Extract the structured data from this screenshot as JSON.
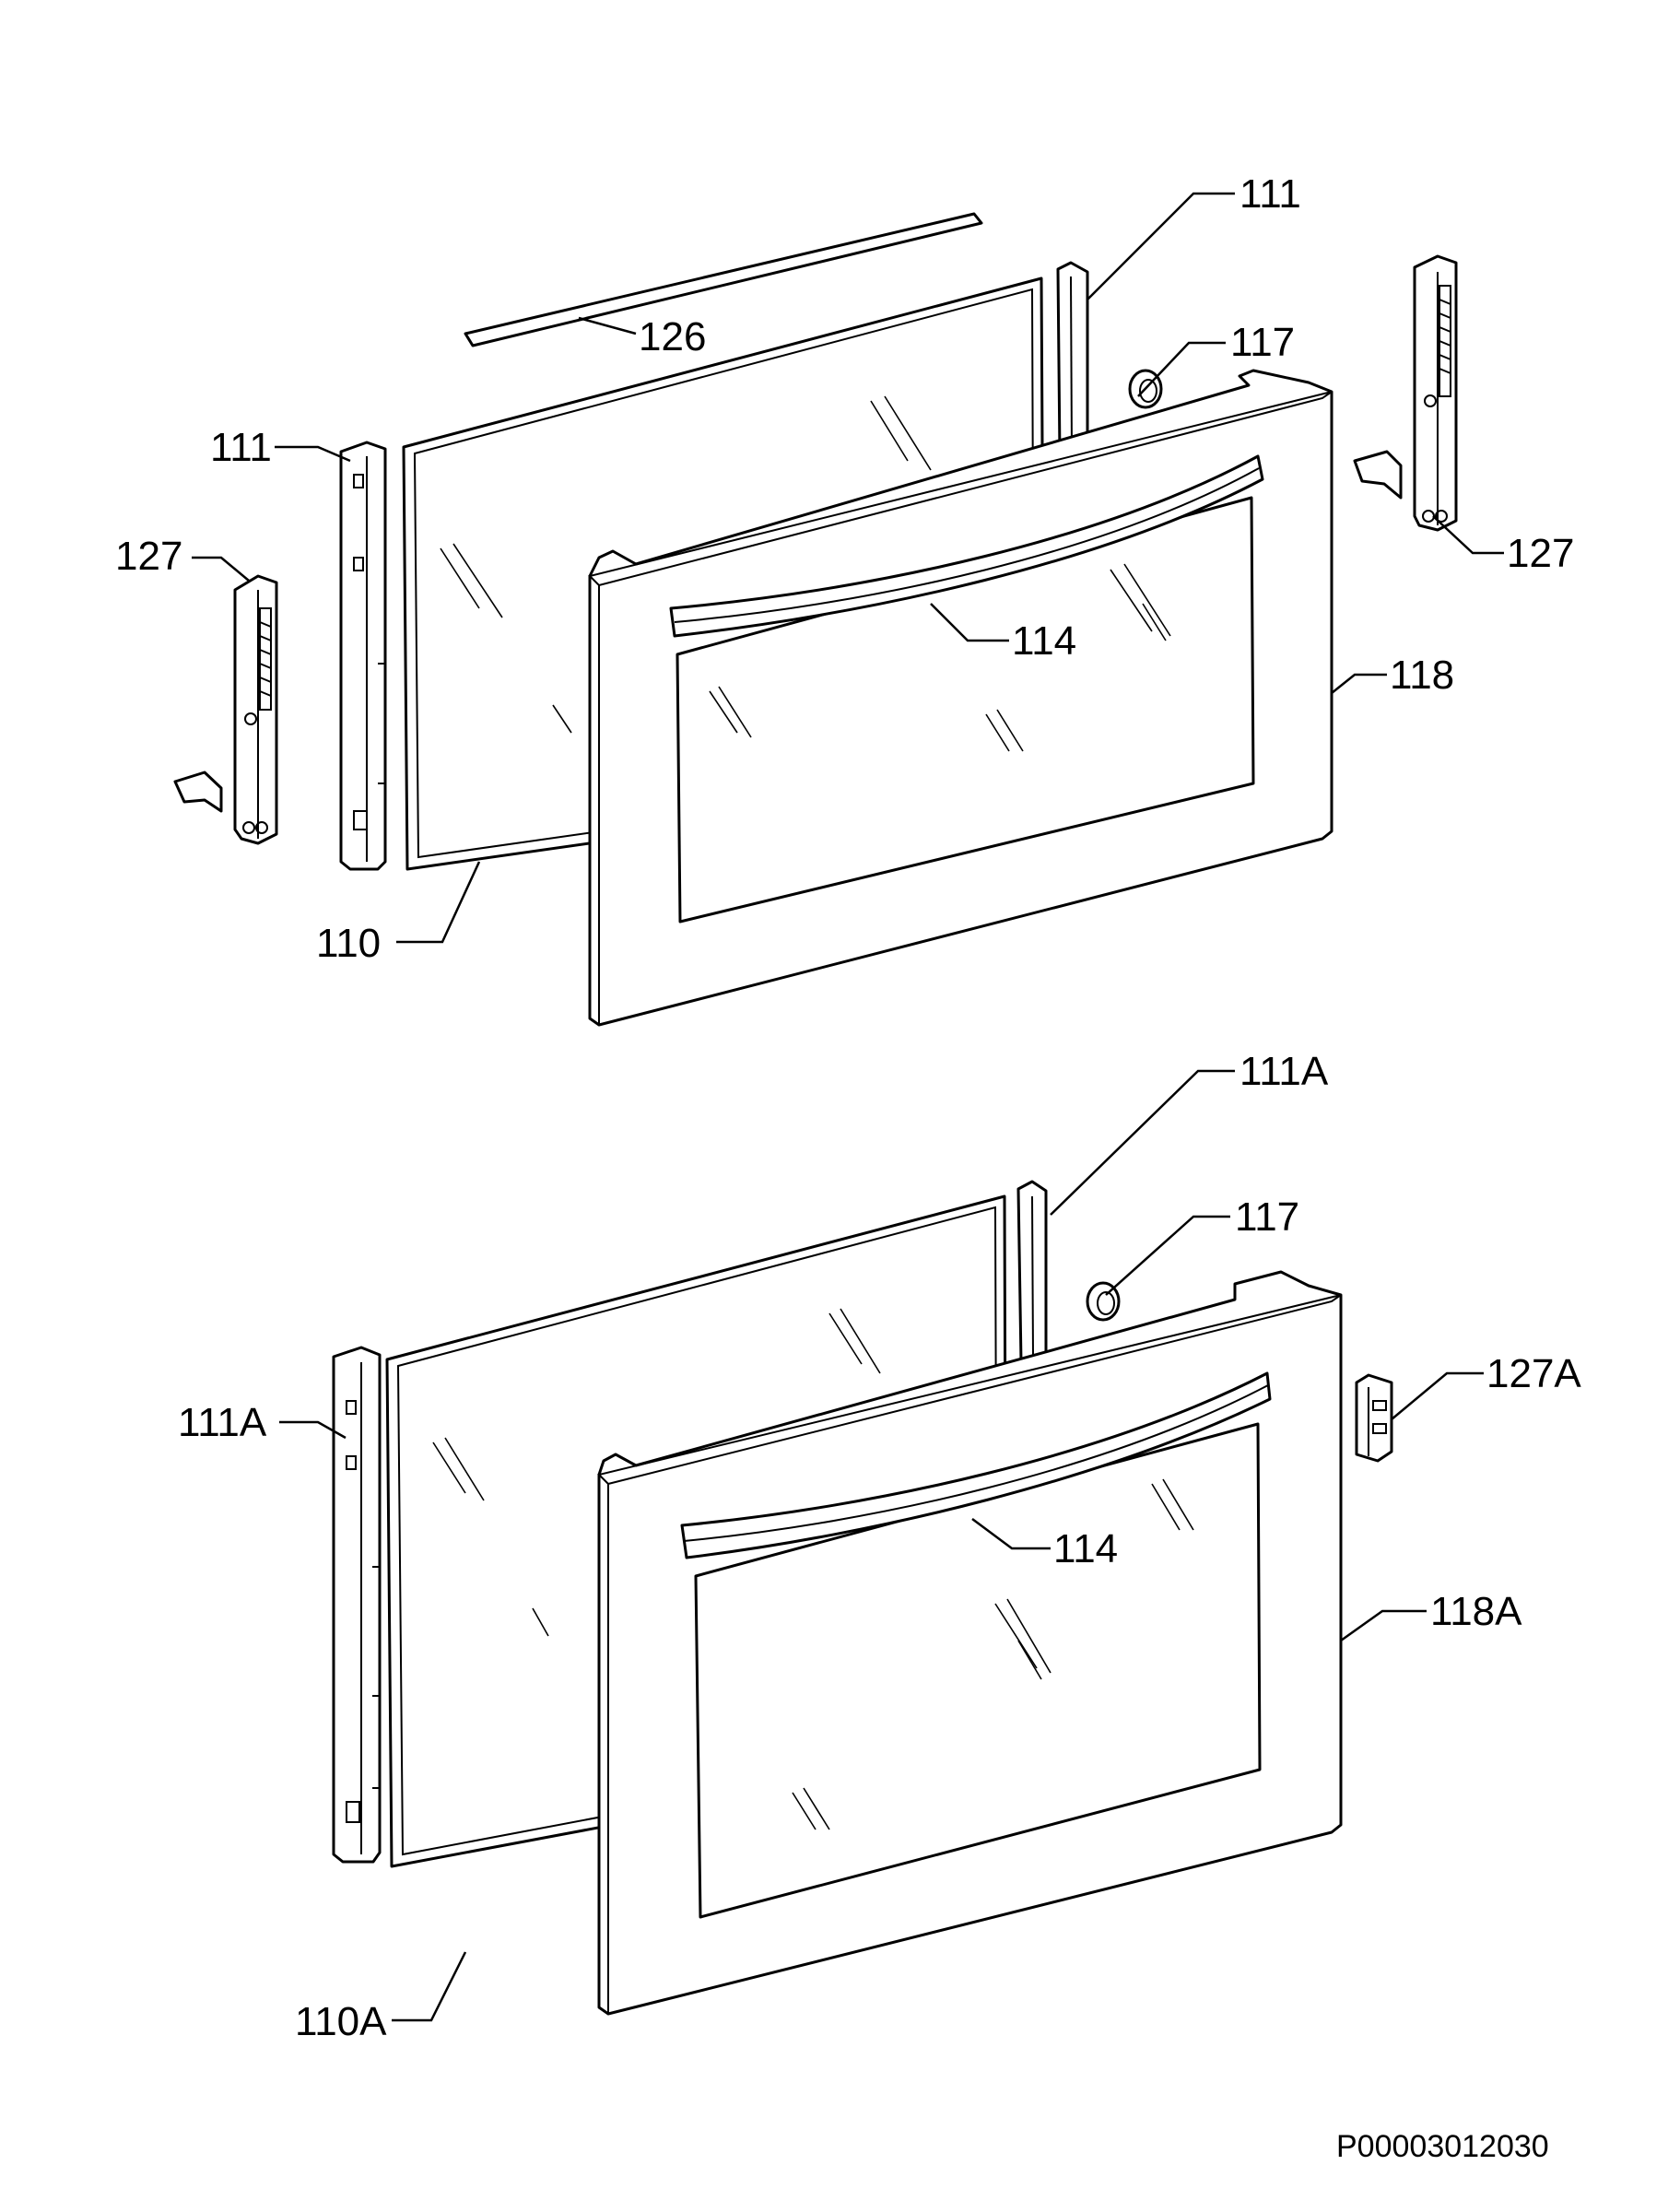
{
  "diagram": {
    "labels": {
      "top_111_right": "111",
      "top_126": "126",
      "top_117": "117",
      "top_111_left": "111",
      "top_127_left": "127",
      "top_127_right": "127",
      "top_114": "114",
      "top_118": "118",
      "top_110": "110",
      "bot_111a_right": "111A",
      "bot_117": "117",
      "bot_127a": "127A",
      "bot_111a_left": "111A",
      "bot_114": "114",
      "bot_118a": "118A",
      "bot_110a": "110A"
    },
    "drawing_code": "P00003012030"
  }
}
